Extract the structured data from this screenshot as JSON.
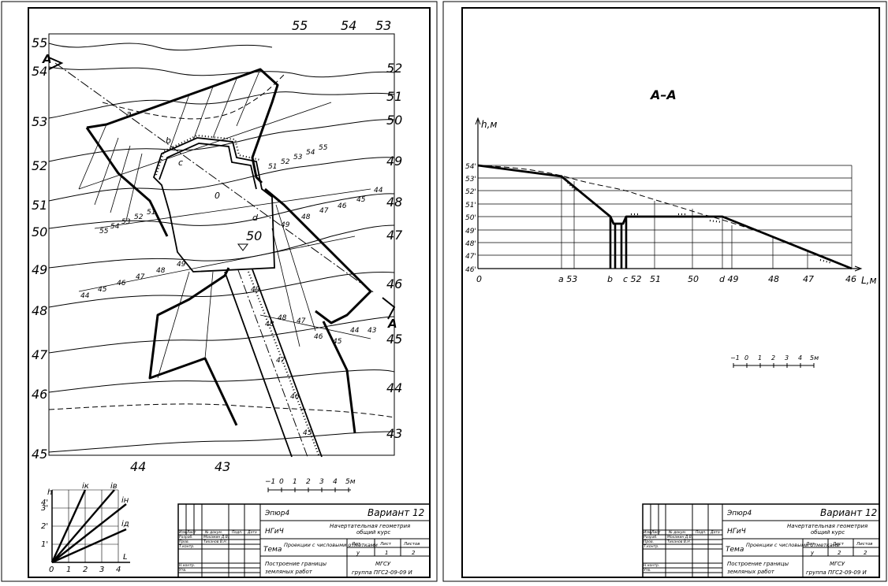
{
  "left_sheet": {
    "contour_labels_left": [
      "55",
      "54",
      "53",
      "52",
      "51",
      "50",
      "49",
      "48",
      "47",
      "46",
      "45"
    ],
    "contour_labels_right": [
      "53",
      "52",
      "51",
      "50",
      "49",
      "48",
      "47",
      "46",
      "45",
      "44",
      "43"
    ],
    "contour_labels_top": [
      "55",
      "54",
      "53"
    ],
    "contour_labels_bottom": [
      "44",
      "43"
    ],
    "section_marker": "A",
    "point_labels": [
      "a",
      "b",
      "c",
      "d",
      "0"
    ],
    "platform_level": "50",
    "slope_scale_labels_1": [
      "55",
      "54",
      "53",
      "52",
      "51"
    ],
    "slope_scale_labels_2": [
      "51",
      "52",
      "53",
      "54",
      "55"
    ],
    "slope_scale_labels_3": [
      "44",
      "45",
      "46",
      "47",
      "48",
      "49"
    ],
    "slope_scale_labels_4": [
      "49",
      "48",
      "47",
      "46",
      "45",
      "44"
    ],
    "ramp_labels": [
      "49",
      "48",
      "47",
      "46",
      "45"
    ],
    "right_fill_labels": [
      "48",
      "47",
      "46",
      "45",
      "44",
      "43"
    ],
    "scale_bar": [
      "−1",
      "0",
      "1",
      "2",
      "3",
      "4",
      "5м"
    ],
    "slope_graph": {
      "axis_h": "h",
      "axis_l": "L",
      "h_ticks": [
        "1'",
        "2'",
        "3'",
        "4'"
      ],
      "l_ticks": [
        "0",
        "1",
        "2",
        "3",
        "4"
      ],
      "line_labels": [
        "iк",
        "iв",
        "iн",
        "iд"
      ]
    }
  },
  "right_sheet": {
    "section_title": "А–А",
    "axis_h": "h,м",
    "axis_l": "L,м",
    "h_ticks": [
      "54'",
      "53'",
      "52'",
      "51'",
      "50'",
      "49'",
      "48'",
      "47'",
      "46'"
    ],
    "l_ticks": [
      "0",
      "a 53",
      "b",
      "c 52",
      "51",
      "50",
      "d 49",
      "48",
      "47",
      "46"
    ],
    "scale_bar": [
      "−1",
      "0",
      "1",
      "2",
      "3",
      "4",
      "5м"
    ]
  },
  "title_block": {
    "project": "Эпюр4",
    "variant": "Вариант 12",
    "org_short": "НГиЧ",
    "course": "Начертательная геометрия",
    "course_sub": "общий курс",
    "theme_label": "Тема",
    "theme": "Проекции с числовыми отметками",
    "col_lit": "Лит.",
    "col_sheet": "Лист",
    "col_sheets": "Листов",
    "lit": "у",
    "sheet_left": "1",
    "sheet_right": "2",
    "sheets": "2",
    "work": "Построение границы",
    "work_sub": "земляных работ",
    "university": "МГСУ",
    "group": "группа ПГС2-09-09 И",
    "hdr_izm": "Изм.",
    "hdr_list": "Лист",
    "hdr_doc": "№ докум.",
    "hdr_sign": "Подп.",
    "hdr_date": "Дата",
    "row_razrab": "Разраб.",
    "row_prov": "Пров.",
    "row_tkontr": "Т.контр.",
    "row_nkontr": "Н.контр.",
    "row_utv": "Утв.",
    "name_razrab": "Мохамин Д.В.",
    "name_prov": "Тиханов В.Н."
  }
}
